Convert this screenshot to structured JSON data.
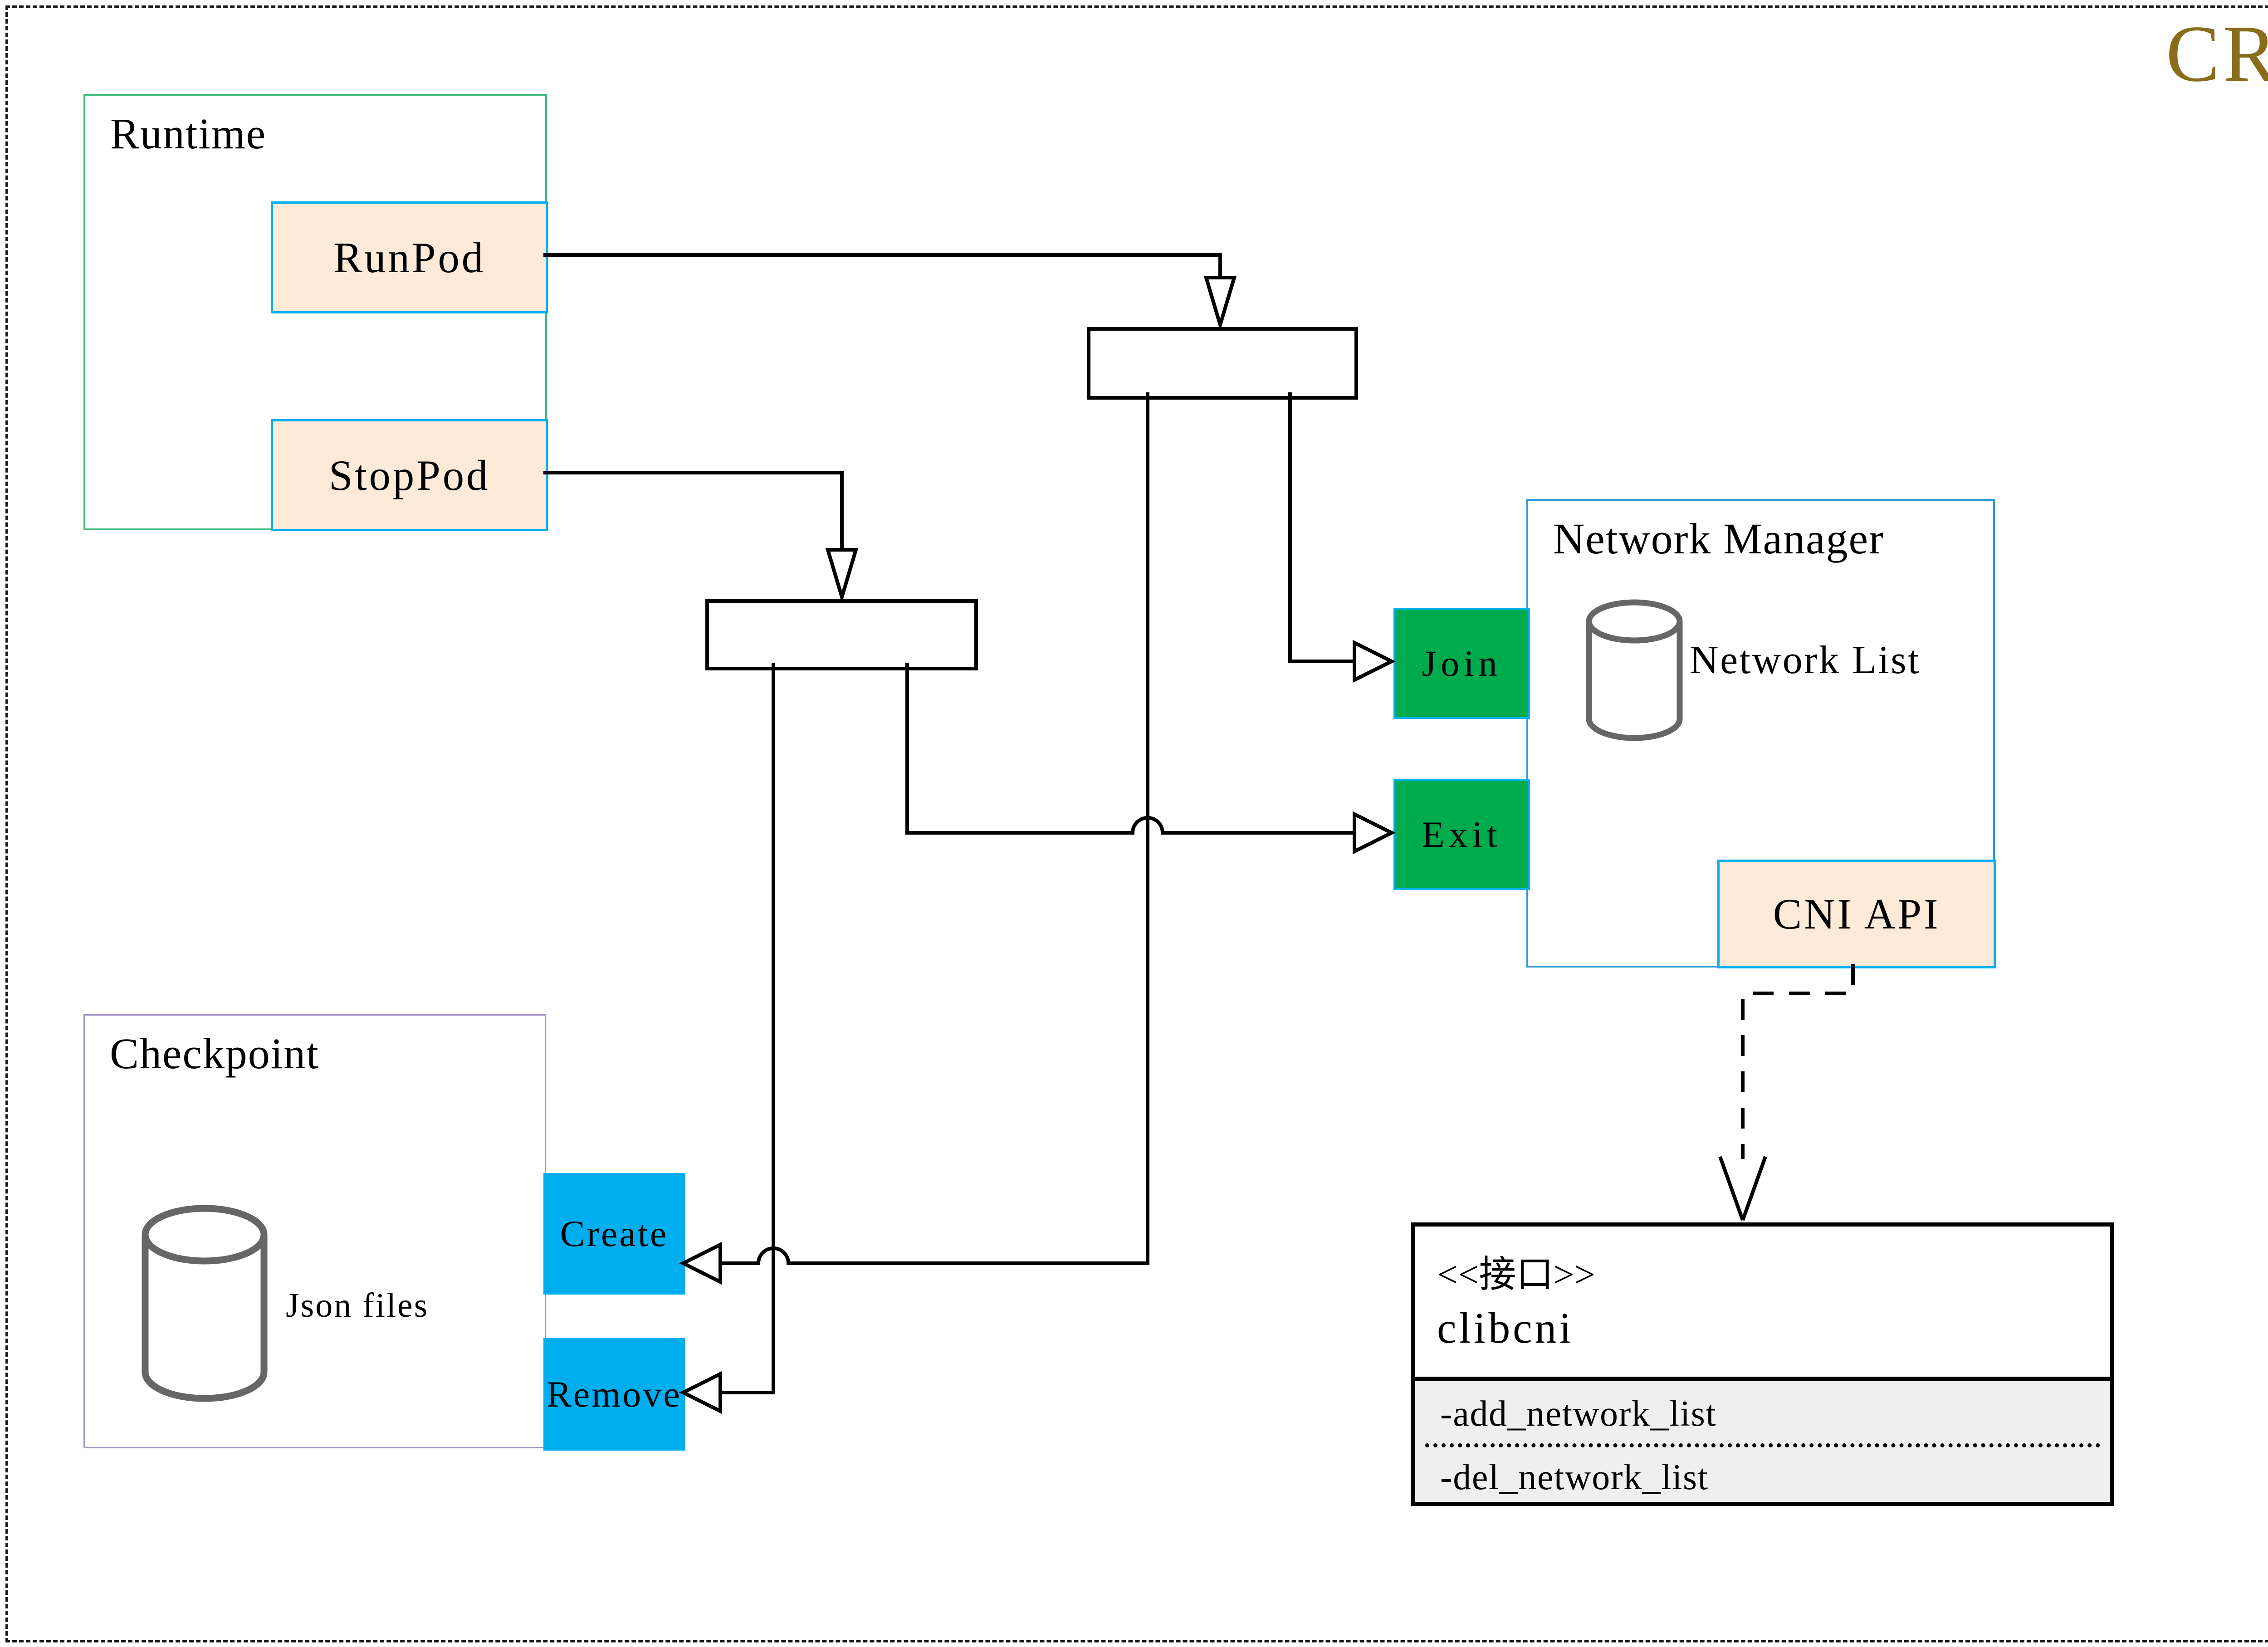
{
  "page": {
    "title": "CRI"
  },
  "runtime": {
    "label": "Runtime",
    "run_pod": "RunPod",
    "stop_pod": "StopPod"
  },
  "checkpoint": {
    "label": "Checkpoint",
    "db_label": "Json files",
    "create": "Create",
    "remove": "Remove"
  },
  "network_manager": {
    "label": "Network Manager",
    "db_label": "Network List",
    "join": "Join",
    "exit": "Exit",
    "cni_api": "CNI API"
  },
  "interface_box": {
    "stereotype": "<<接口>>",
    "name": "clibcni",
    "method_add": "-add_network_list",
    "method_del": "-del_network_list"
  },
  "colors": {
    "title_gold": "#8a6d1a",
    "runtime_border_green": "#3dbd7d",
    "checkpoint_border_purple": "#a393c9",
    "network_manager_border_blue": "#2e9bd6",
    "small_box_border_cyan": "#00b0f0",
    "peach_fill": "#fdead9",
    "green_fill": "#00ab4e",
    "blue_fill": "#00aeef",
    "interface_section_gray": "#efefef",
    "line_black": "#000000",
    "cylinder_gray": "#666666"
  }
}
